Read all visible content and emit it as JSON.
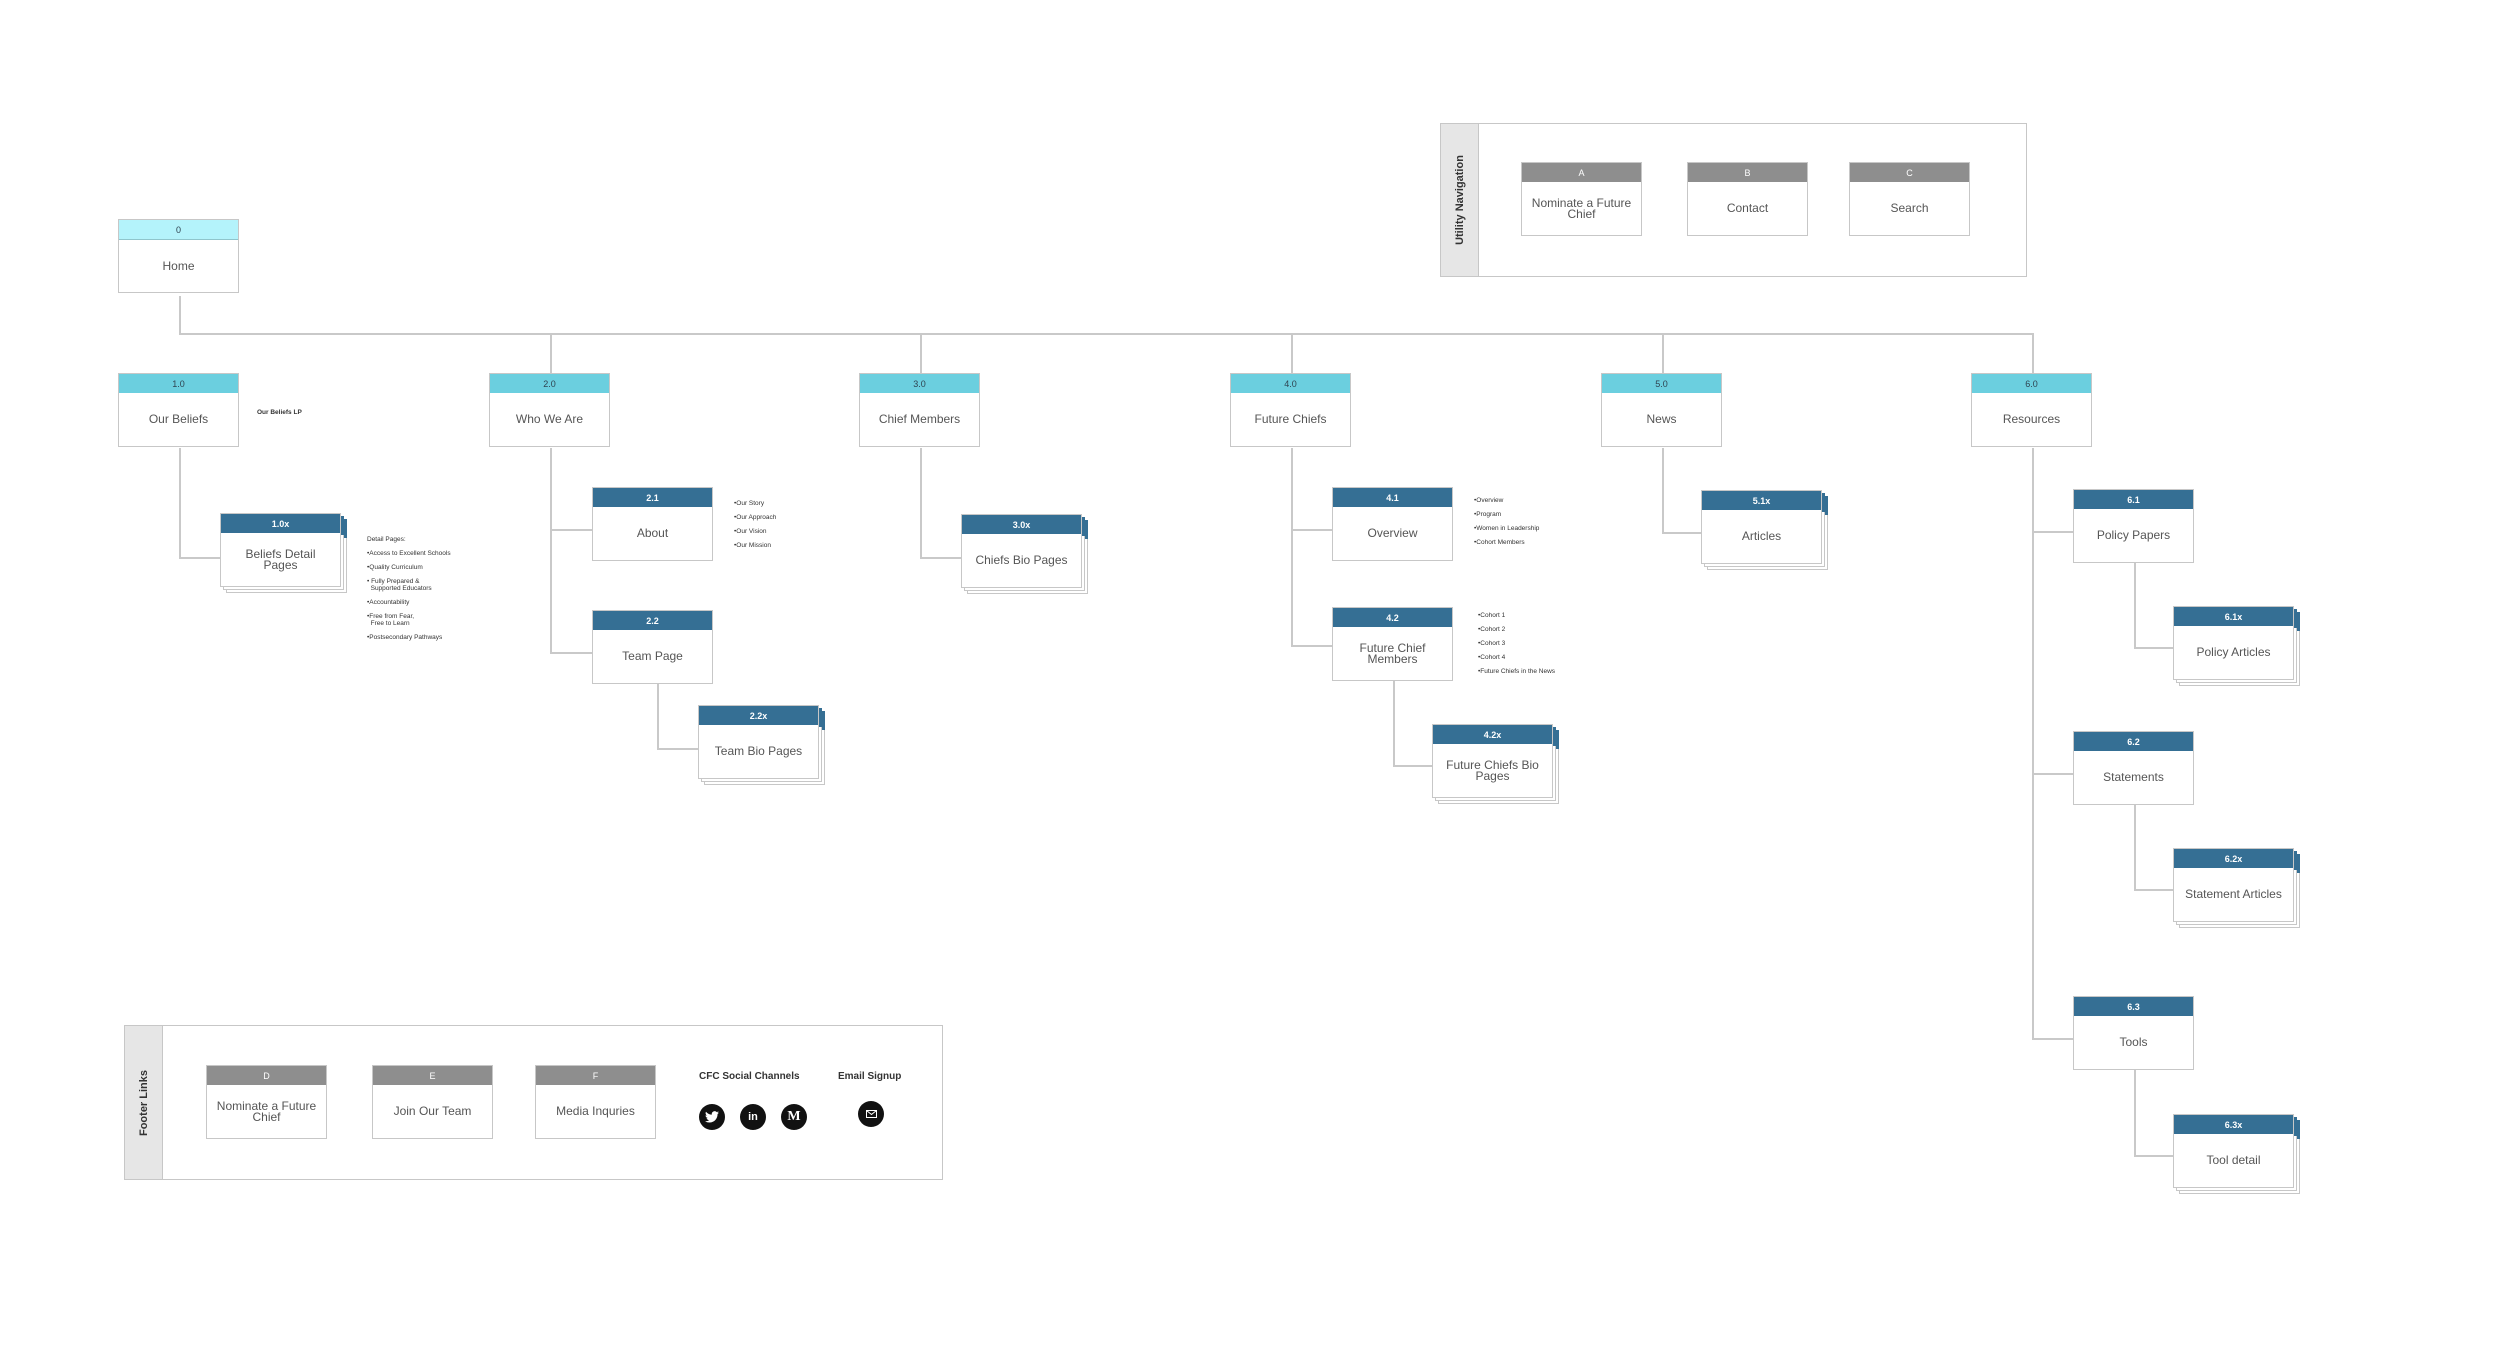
{
  "home": {
    "num": "0",
    "label": "Home"
  },
  "sections": [
    {
      "num": "1.0",
      "label": "Our Beliefs"
    },
    {
      "num": "2.0",
      "label": "Who We Are"
    },
    {
      "num": "3.0",
      "label": "Chief Members"
    },
    {
      "num": "4.0",
      "label": "Future Chiefs"
    },
    {
      "num": "5.0",
      "label": "News"
    },
    {
      "num": "6.0",
      "label": "Resources"
    }
  ],
  "our_beliefs_note": "Our Beliefs LP",
  "pages": {
    "p1_0x": {
      "num": "1.0x",
      "label": "Beliefs Detail Pages"
    },
    "p2_1": {
      "num": "2.1",
      "label": "About"
    },
    "p2_2": {
      "num": "2.2",
      "label": "Team Page"
    },
    "p2_2x": {
      "num": "2.2x",
      "label": "Team Bio Pages"
    },
    "p3_0x": {
      "num": "3.0x",
      "label": "Chiefs Bio Pages"
    },
    "p4_1": {
      "num": "4.1",
      "label": "Overview"
    },
    "p4_2": {
      "num": "4.2",
      "label": "Future Chief Members"
    },
    "p4_2x": {
      "num": "4.2x",
      "label": "Future Chiefs Bio Pages"
    },
    "p5_1x": {
      "num": "5.1x",
      "label": "Articles"
    },
    "p6_1": {
      "num": "6.1",
      "label": "Policy Papers"
    },
    "p6_1x": {
      "num": "6.1x",
      "label": "Policy Articles"
    },
    "p6_2": {
      "num": "6.2",
      "label": "Statements"
    },
    "p6_2x": {
      "num": "6.2x",
      "label": "Statement Articles"
    },
    "p6_3": {
      "num": "6.3",
      "label": "Tools"
    },
    "p6_3x": {
      "num": "6.3x",
      "label": "Tool detail"
    }
  },
  "notes": {
    "beliefs_detail": [
      "Detail Pages:",
      "•Access to Excellent Schools",
      "•Quality Curriculum",
      "• Fully Prepared &\n  Supported Educators",
      "•Accountability",
      "•Free from Fear,\n  Free to Learn",
      "•Postsecondary Pathways"
    ],
    "about": [
      "•Our Story",
      "•Our Approach",
      "•Our Vision",
      "•Our Mission"
    ],
    "overview": [
      "•Overview",
      "•Program",
      "•Women in Leadership",
      "•Cohort Members"
    ],
    "members": [
      "•Cohort 1",
      "•Cohort 2",
      "•Cohort 3",
      "•Cohort 4",
      "•Future Chiefs in the News"
    ]
  },
  "utility": {
    "title": "Utility Navigation",
    "items": [
      {
        "letter": "A",
        "label": "Nominate a Future Chief"
      },
      {
        "letter": "B",
        "label": "Contact"
      },
      {
        "letter": "C",
        "label": "Search"
      }
    ]
  },
  "footer": {
    "title": "Footer Links",
    "items": [
      {
        "letter": "D",
        "label": "Nominate a Future Chief"
      },
      {
        "letter": "E",
        "label": "Join Our Team"
      },
      {
        "letter": "F",
        "label": "Media Inquries"
      }
    ],
    "social_title": "CFC Social Channels",
    "social_icons": [
      "twitter-icon",
      "linkedin-icon",
      "medium-icon"
    ],
    "email_title": "Email Signup",
    "email_icon": "mail-icon"
  },
  "colors": {
    "home_header": "#b4f3fb",
    "section_header": "#6bcfdf",
    "page_header": "#356f94",
    "utility_header": "#8e8e8e"
  }
}
